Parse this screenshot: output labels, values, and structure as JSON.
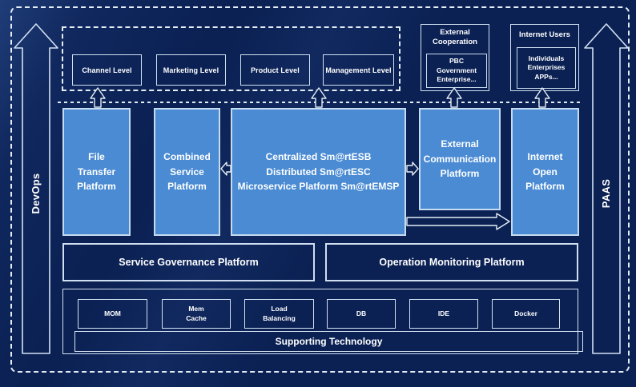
{
  "colors": {
    "background": "#0b2154",
    "platform_fill": "#4a8bd3",
    "platform_border": "#c6daf0",
    "line": "#e4edf6"
  },
  "rails": {
    "left_label": "DevOps",
    "right_label": "PAAS"
  },
  "consumer_layer": {
    "levels": [
      "Channel Level",
      "Marketing Level",
      "Product Level",
      "Management Level"
    ],
    "external_cooperation": {
      "title": "External Cooperation",
      "members": "PBC Government Enterprise..."
    },
    "internet_users": {
      "title": "Internet Users",
      "members": "Individuals Enterprises APPs..."
    }
  },
  "platform_layer": {
    "file_transfer": "File Transfer Platform",
    "combined_service": "Combined Service Platform",
    "esb_lines": [
      "Centralized Sm@rtESB",
      "Distributed Sm@rtESC",
      "Microservice Platform Sm@rtEMSP"
    ],
    "external_communication": "External Communication Platform",
    "internet_open": "Internet Open Platform"
  },
  "management_layer": {
    "service_governance": "Service Governance Platform",
    "operation_monitoring": "Operation Monitoring Platform"
  },
  "supporting_layer": {
    "technologies": [
      "MOM",
      "Mem Cache",
      "Load Balancing",
      "DB",
      "IDE",
      "Docker"
    ],
    "label": "Supporting Technology"
  }
}
